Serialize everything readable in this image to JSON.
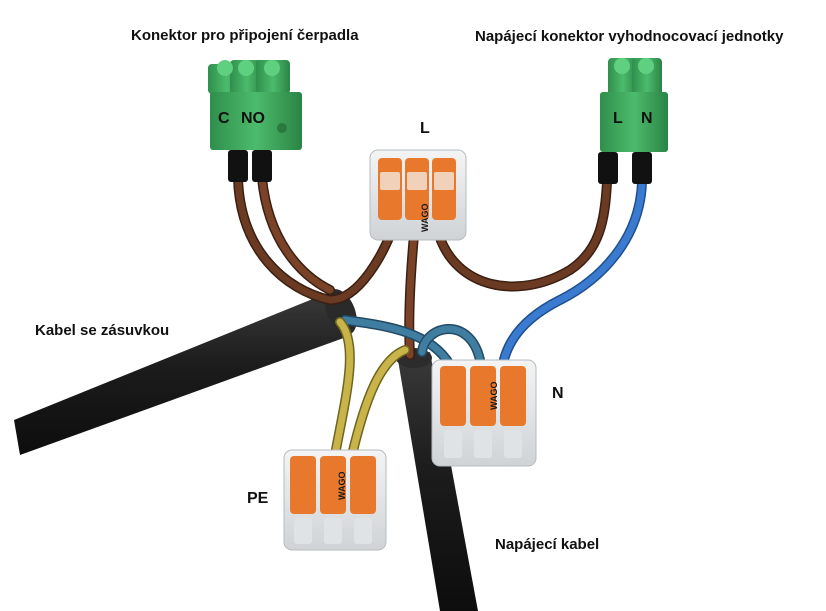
{
  "labels": {
    "pump_connector": "Konektor pro připojení čerpadla",
    "power_connector": "Napájecí konektor vyhodnocovací jednotky",
    "live": "L",
    "cable_with_plug": "Kabel se zásuvkou",
    "neutral": "N",
    "protective_earth": "PE",
    "power_cable": "Napájecí kabel"
  },
  "terminals": {
    "pump": [
      "C",
      "NO"
    ],
    "power": [
      "L",
      "N"
    ]
  },
  "connector_brand": "WAGO",
  "colors": {
    "connector_green": "#3aa65a",
    "wire_brown": "#6b3a22",
    "wire_blue": "#3a7bd0",
    "wire_yellow_green": "#c9b44a",
    "cable_jacket": "#1e1e1e",
    "lever_orange": "#e8792c"
  }
}
